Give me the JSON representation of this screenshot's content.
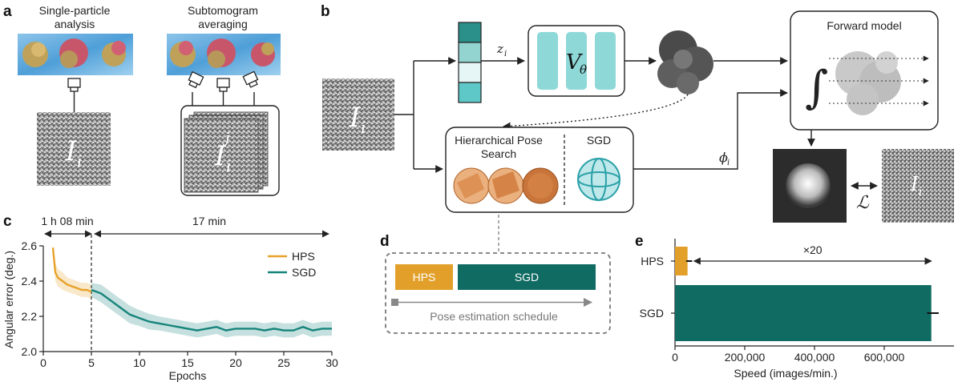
{
  "panels": {
    "a": "a",
    "b": "b",
    "c": "c",
    "d": "d",
    "e": "e"
  },
  "panel_a": {
    "spa_line1": "Single-particle",
    "spa_line2": "analysis",
    "sta_line1": "Subtomogram",
    "sta_line2": "averaging",
    "image_label": "I",
    "image_sub": "i",
    "stack_label": "I",
    "stack_sub": "i",
    "stack_sup": "j"
  },
  "panel_b": {
    "image_label": "I",
    "image_sub": "i",
    "latent_label": "z",
    "latent_sub": "i",
    "decoder_label": "V",
    "decoder_sub": "θ",
    "forward_model": "Forward model",
    "integral": "∫",
    "hps_line1": "Hierarchical Pose",
    "hps_line2": "Search",
    "sgd": "SGD",
    "phi_label": "ϕ",
    "phi_sub": "i",
    "loss": "ℒ",
    "target_label": "I",
    "target_sub": "i",
    "colors": {
      "latent": [
        "#2b8f8a",
        "#93d3d0",
        "#e6f6f6",
        "#5ec8c8"
      ],
      "decoder": "#8ed8d8",
      "sphere": "#2aa1a8",
      "hps_sphere": "#d9894a"
    }
  },
  "panel_d": {
    "hps": "HPS",
    "sgd": "SGD",
    "schedule": "Pose estimation schedule",
    "colors": {
      "hps": "#e2a02a",
      "sgd": "#106b63"
    }
  },
  "chart_data": [
    {
      "type": "line",
      "panel": "c",
      "ylabel": "Angular error (deg.)",
      "xlabel": "Epochs",
      "xlim": [
        0,
        30
      ],
      "ylim": [
        2.0,
        2.6
      ],
      "xticks": [
        "0",
        "5",
        "10",
        "15",
        "20",
        "25",
        "30"
      ],
      "yticks": [
        "2.0",
        "2.2",
        "2.4",
        "2.6"
      ],
      "annotations": {
        "hps_time": "1 h 08 min",
        "sgd_time": "17 min",
        "divider_x": 5
      },
      "series": [
        {
          "name": "HPS",
          "color": "#e8a22a",
          "x": [
            1,
            1.25,
            1.5,
            2,
            2.5,
            3,
            3.5,
            4,
            4.5,
            5
          ],
          "y": [
            2.59,
            2.45,
            2.42,
            2.4,
            2.38,
            2.37,
            2.36,
            2.35,
            2.35,
            2.34
          ],
          "err": [
            0.02,
            0.05,
            0.05,
            0.05,
            0.04,
            0.04,
            0.04,
            0.04,
            0.04,
            0.04
          ]
        },
        {
          "name": "SGD",
          "color": "#16847b",
          "x": [
            5,
            6,
            7,
            8,
            9,
            10,
            11,
            12,
            13,
            14,
            15,
            16,
            17,
            18,
            19,
            20,
            21,
            22,
            23,
            24,
            25,
            26,
            27,
            28,
            29,
            30
          ],
          "y": [
            2.35,
            2.33,
            2.29,
            2.25,
            2.21,
            2.19,
            2.17,
            2.16,
            2.15,
            2.14,
            2.13,
            2.12,
            2.13,
            2.14,
            2.12,
            2.13,
            2.13,
            2.13,
            2.12,
            2.13,
            2.12,
            2.12,
            2.14,
            2.12,
            2.13,
            2.13
          ],
          "err": [
            0.04,
            0.05,
            0.05,
            0.05,
            0.05,
            0.045,
            0.045,
            0.04,
            0.04,
            0.04,
            0.04,
            0.04,
            0.04,
            0.04,
            0.04,
            0.04,
            0.04,
            0.04,
            0.04,
            0.04,
            0.04,
            0.04,
            0.04,
            0.04,
            0.04,
            0.04
          ]
        }
      ]
    },
    {
      "type": "bar",
      "panel": "e",
      "orientation": "horizontal",
      "categories": [
        "HPS",
        "SGD"
      ],
      "values": [
        36000,
        735000
      ],
      "err": [
        4000,
        12000
      ],
      "colors": [
        "#e2a02a",
        "#106b63"
      ],
      "xlabel": "Speed (images/min.)",
      "xlim": [
        0,
        800000
      ],
      "xticks": [
        0,
        200000,
        400000,
        600000
      ],
      "xtick_labels": [
        "0",
        "200,000",
        "400,000",
        "600,000"
      ],
      "annotation": "×20"
    }
  ]
}
